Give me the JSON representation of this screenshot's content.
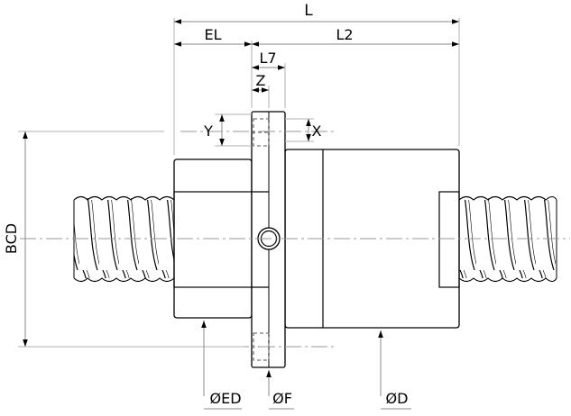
{
  "labels": {
    "L": "L",
    "EL": "EL",
    "L2": "L2",
    "L7": "L7",
    "Z": "Z",
    "Y": "Y",
    "X": "X",
    "BCD": "BCD",
    "ED": "ØED",
    "F": "ØF",
    "D": "ØD"
  },
  "icons": {
    "arrowhead": "arrowhead-icon"
  }
}
